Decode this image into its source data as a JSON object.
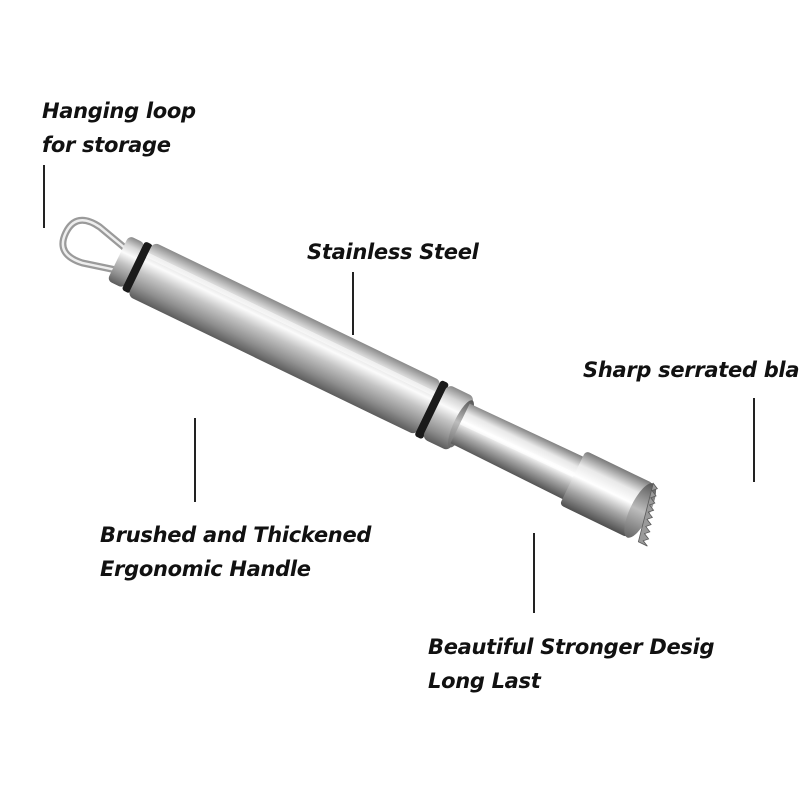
{
  "callouts": {
    "hanging_loop": {
      "line1": "Hanging loop",
      "line2": "for storage"
    },
    "stainless_steel": {
      "line1": "Stainless Steel"
    },
    "serrated_blade": {
      "line1": "Sharp serrated blade"
    },
    "handle": {
      "line1": "Brushed and Thickened",
      "line2": "Ergonomic Handle"
    },
    "design": {
      "line1": "Beautiful Stronger Desig",
      "line2": "Long Last"
    }
  },
  "colors": {
    "text": "#111111",
    "leader": "#222222",
    "steel_light": "#f4f4f4",
    "steel_mid": "#b9b9b9",
    "steel_dark": "#6e6e6e",
    "rubber_ring": "#1a1a1a"
  }
}
